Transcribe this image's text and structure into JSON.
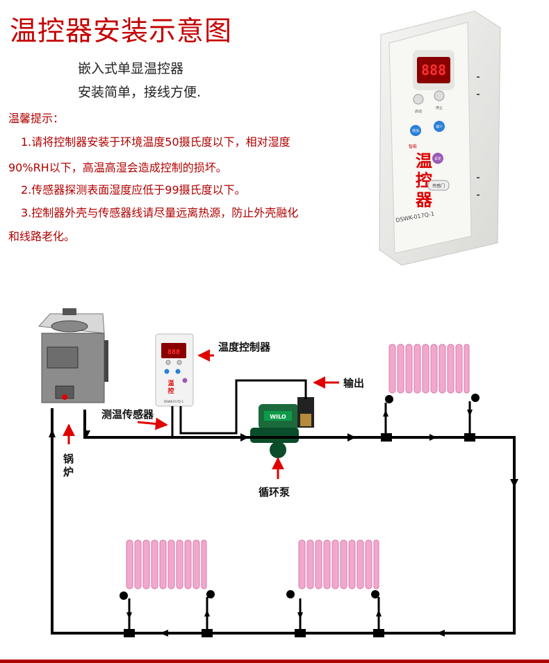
{
  "page": {
    "title": "温控器安装示意图",
    "subtitle1": "嵌入式单显温控器",
    "subtitle2": "安装简单，接线方便."
  },
  "tips": {
    "heading": "温馨提示：",
    "line1": "1.请将控制器安装于环境温度50摄氏度以下，相对湿度",
    "line1b": "90%RH以下，高温高湿会造成控制的损坏。",
    "line2": "2.传感器探测表面湿度应低于99摄氏度以下。",
    "line3": "3.控制器外壳与传感器线请尽量远离热源，防止外壳融化",
    "line3b": "和线路老化。"
  },
  "device": {
    "display": "888",
    "btn_start": "启动",
    "btn_stop": "停止",
    "btn_up": "增加",
    "btn_down": "减少",
    "btn_set": "设定",
    "brand_small": "智能",
    "brand_chars": [
      "温",
      "控",
      "器"
    ],
    "sensor_label": "传感门",
    "model": "DSWK-017Q-1"
  },
  "diagram": {
    "label_controller": "温度控制器",
    "label_output": "输出",
    "label_sensor": "测温传感器",
    "label_pump": "循环泵",
    "label_boiler": "锅炉",
    "pump_brand": "WILO"
  },
  "colors": {
    "title_red": "#c40000",
    "tip_red": "#b00000",
    "arrow_red": "#e00000",
    "radiator_pink": "#f0a0c8",
    "pipe_black": "#000000"
  }
}
